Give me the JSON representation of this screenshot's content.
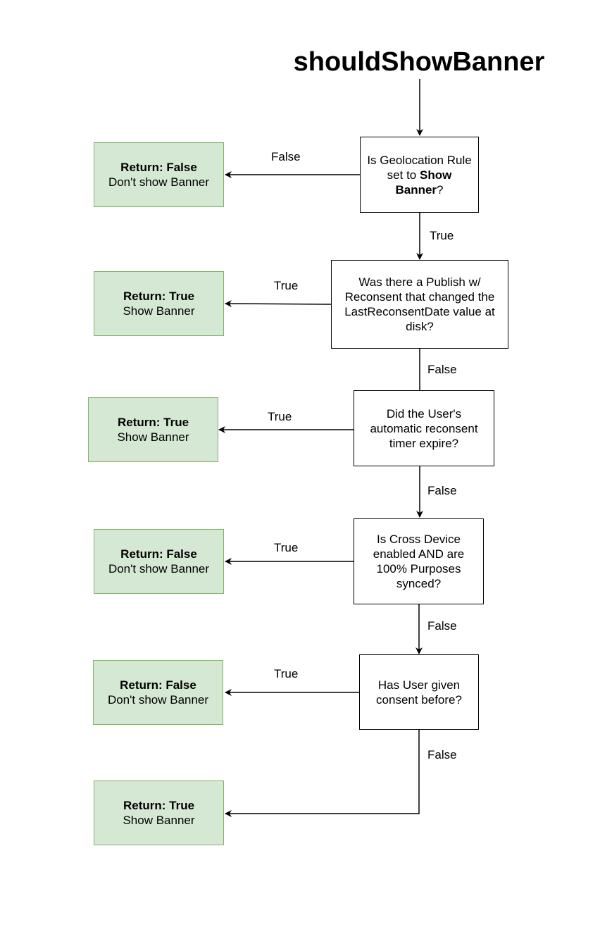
{
  "title": "shouldShowBanner",
  "decisions": [
    {
      "pre": "Is Geolocation Rule set to ",
      "bold": "Show Banner",
      "post": "?"
    },
    {
      "text": "Was there a Publish w/ Reconsent that changed the LastReconsentDate value at disk?"
    },
    {
      "text": "Did the User's automatic reconsent timer expire?"
    },
    {
      "text": "Is Cross Device enabled AND are 100% Purposes synced?"
    },
    {
      "text": "Has User given consent before?"
    }
  ],
  "results": [
    {
      "head": "Return: False",
      "sub": "Don't show Banner"
    },
    {
      "head": "Return: True",
      "sub": "Show Banner"
    },
    {
      "head": "Return: True",
      "sub": "Show Banner"
    },
    {
      "head": "Return: False",
      "sub": "Don't show Banner"
    },
    {
      "head": "Return: False",
      "sub": "Don't show Banner"
    },
    {
      "head": "Return: True",
      "sub": "Show Banner"
    }
  ],
  "edge_labels": {
    "left": [
      "False",
      "True",
      "True",
      "True",
      "True"
    ],
    "down": [
      "True",
      "False",
      "False",
      "False",
      "False"
    ]
  }
}
